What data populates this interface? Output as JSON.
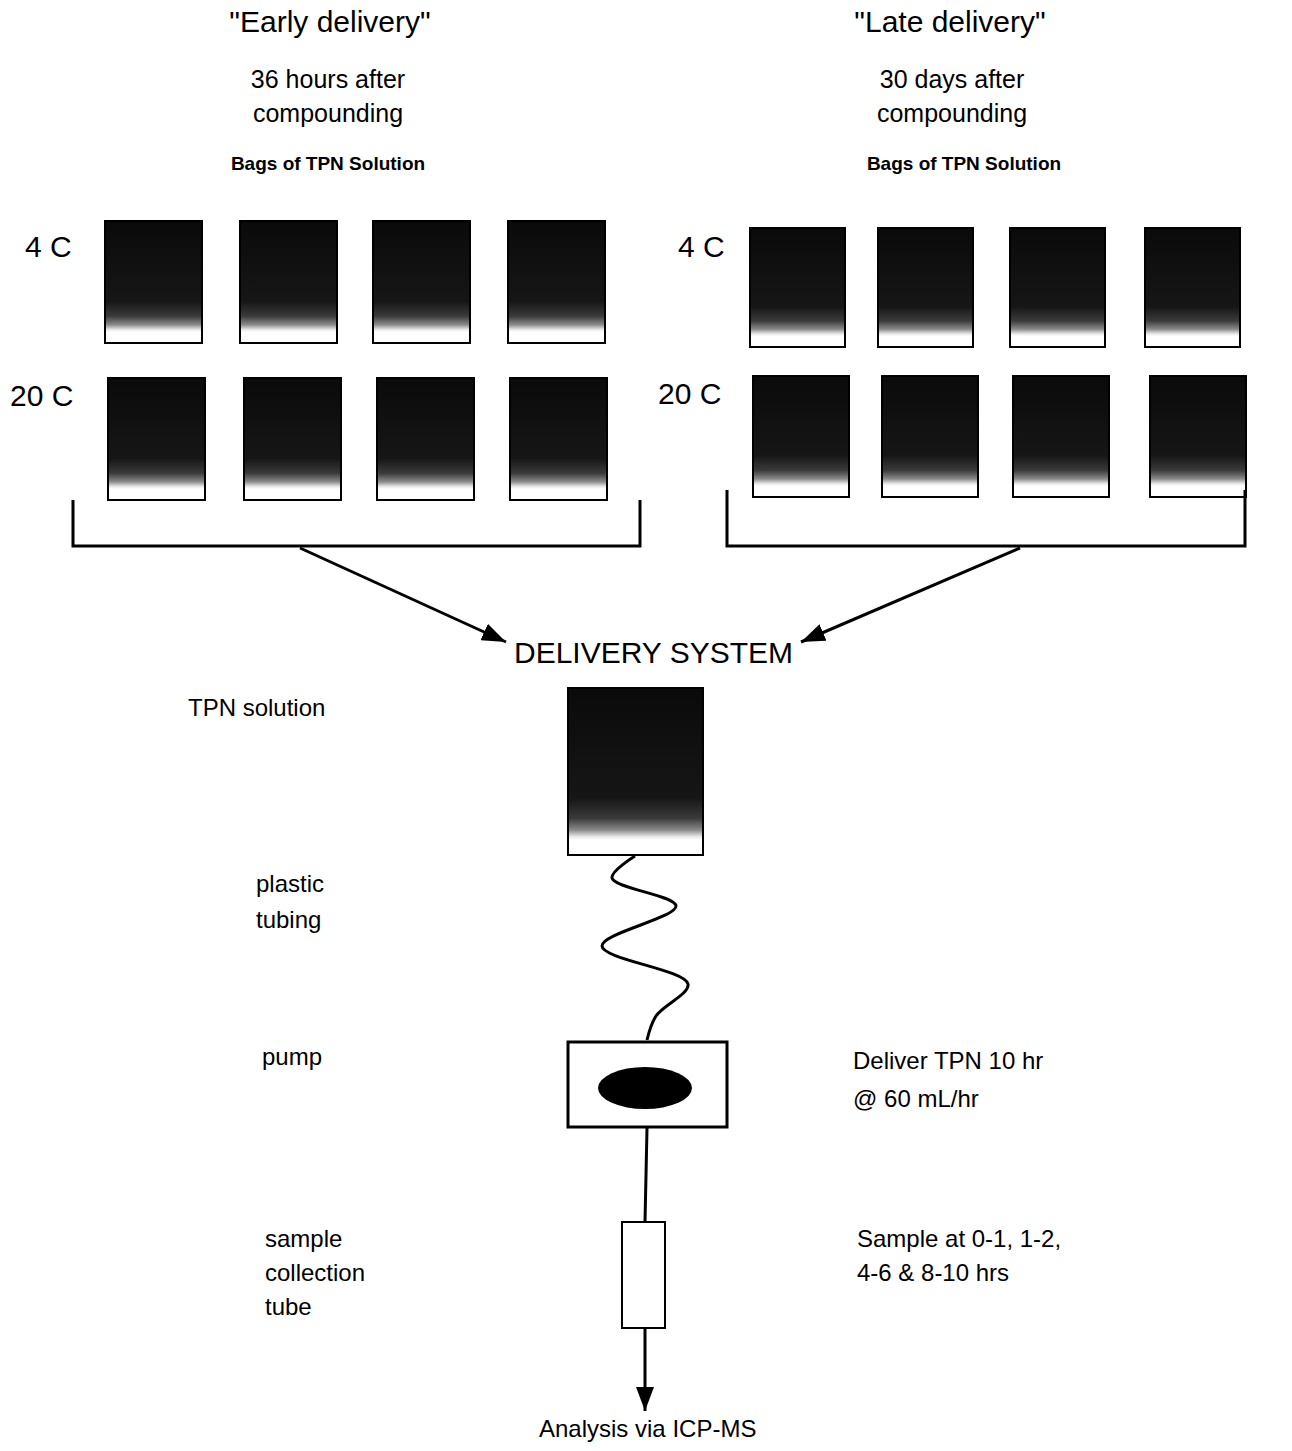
{
  "diagram": {
    "nodes": [
      {
        "text": [
          "\"Early delivery\"",
          "36 hours after compounding",
          "Bags of TPN Solution"
        ]
      },
      {
        "text": [
          "\"Late delivery\"",
          "30 days after compounding",
          "Bags of TPN Solution"
        ]
      },
      {
        "text": [
          "DELIVERY SYSTEM"
        ]
      },
      {
        "text": [
          "TPN solution"
        ]
      },
      {
        "text": [
          "pump",
          "Deliver TPN 10 hr @ 60 mL/hr"
        ]
      },
      {
        "text": [
          "sample collection tube",
          "Sample at 0-1, 1-2, 4-6 & 8-10 hrs"
        ]
      },
      {
        "text": [
          "Analysis via ICP-MS"
        ]
      }
    ],
    "edges": [
      {
        "from": 0,
        "to": 2,
        "arrow": "to"
      },
      {
        "from": 1,
        "to": 2,
        "arrow": "to"
      },
      {
        "from": 3,
        "to": 4,
        "arrow": "none",
        "label": "plastic tubing"
      },
      {
        "from": 4,
        "to": 5,
        "arrow": "none"
      },
      {
        "from": 5,
        "to": 6,
        "arrow": "to"
      }
    ],
    "labels": [
      "4 C",
      "20 C",
      "4 C",
      "20 C"
    ]
  }
}
